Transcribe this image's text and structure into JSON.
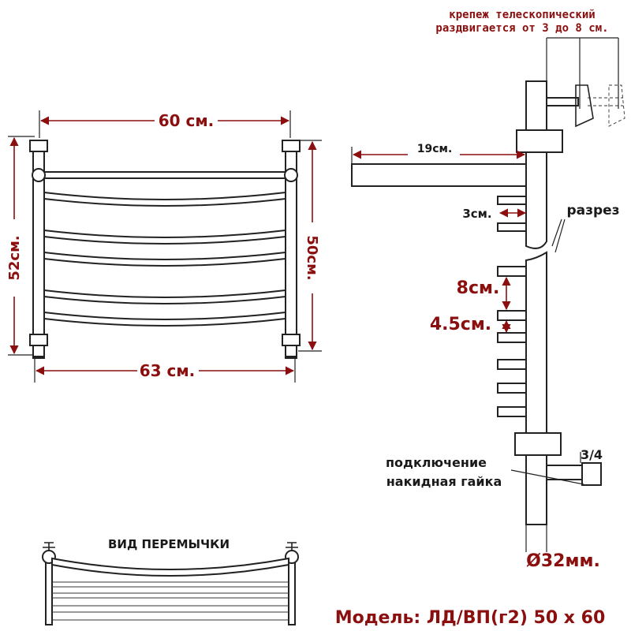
{
  "front": {
    "top_width": "60 см.",
    "bottom_width": "63 см.",
    "left_height": "52см.",
    "right_height": "50см."
  },
  "side": {
    "mount_label_line1": "крепеж телескопический",
    "mount_label_line2": "раздвигается от 3 до 8 см.",
    "shelf_depth": "19см.",
    "shelf_gap": "3см.",
    "cut_label": "разрез",
    "rung_pitch": "8см.",
    "rung_gap": "4.5см.",
    "thread": "3/4",
    "connection_line1": "подключение",
    "connection_line2": "накидная гайка",
    "diameter": "Ø32мм."
  },
  "bridge": {
    "title": "ВИД ПЕРЕМЫЧКИ"
  },
  "model": "Модель: ЛД/ВП(г2) 50 х 60",
  "colors": {
    "dimension": "#8b0f0f",
    "line": "#222222"
  }
}
